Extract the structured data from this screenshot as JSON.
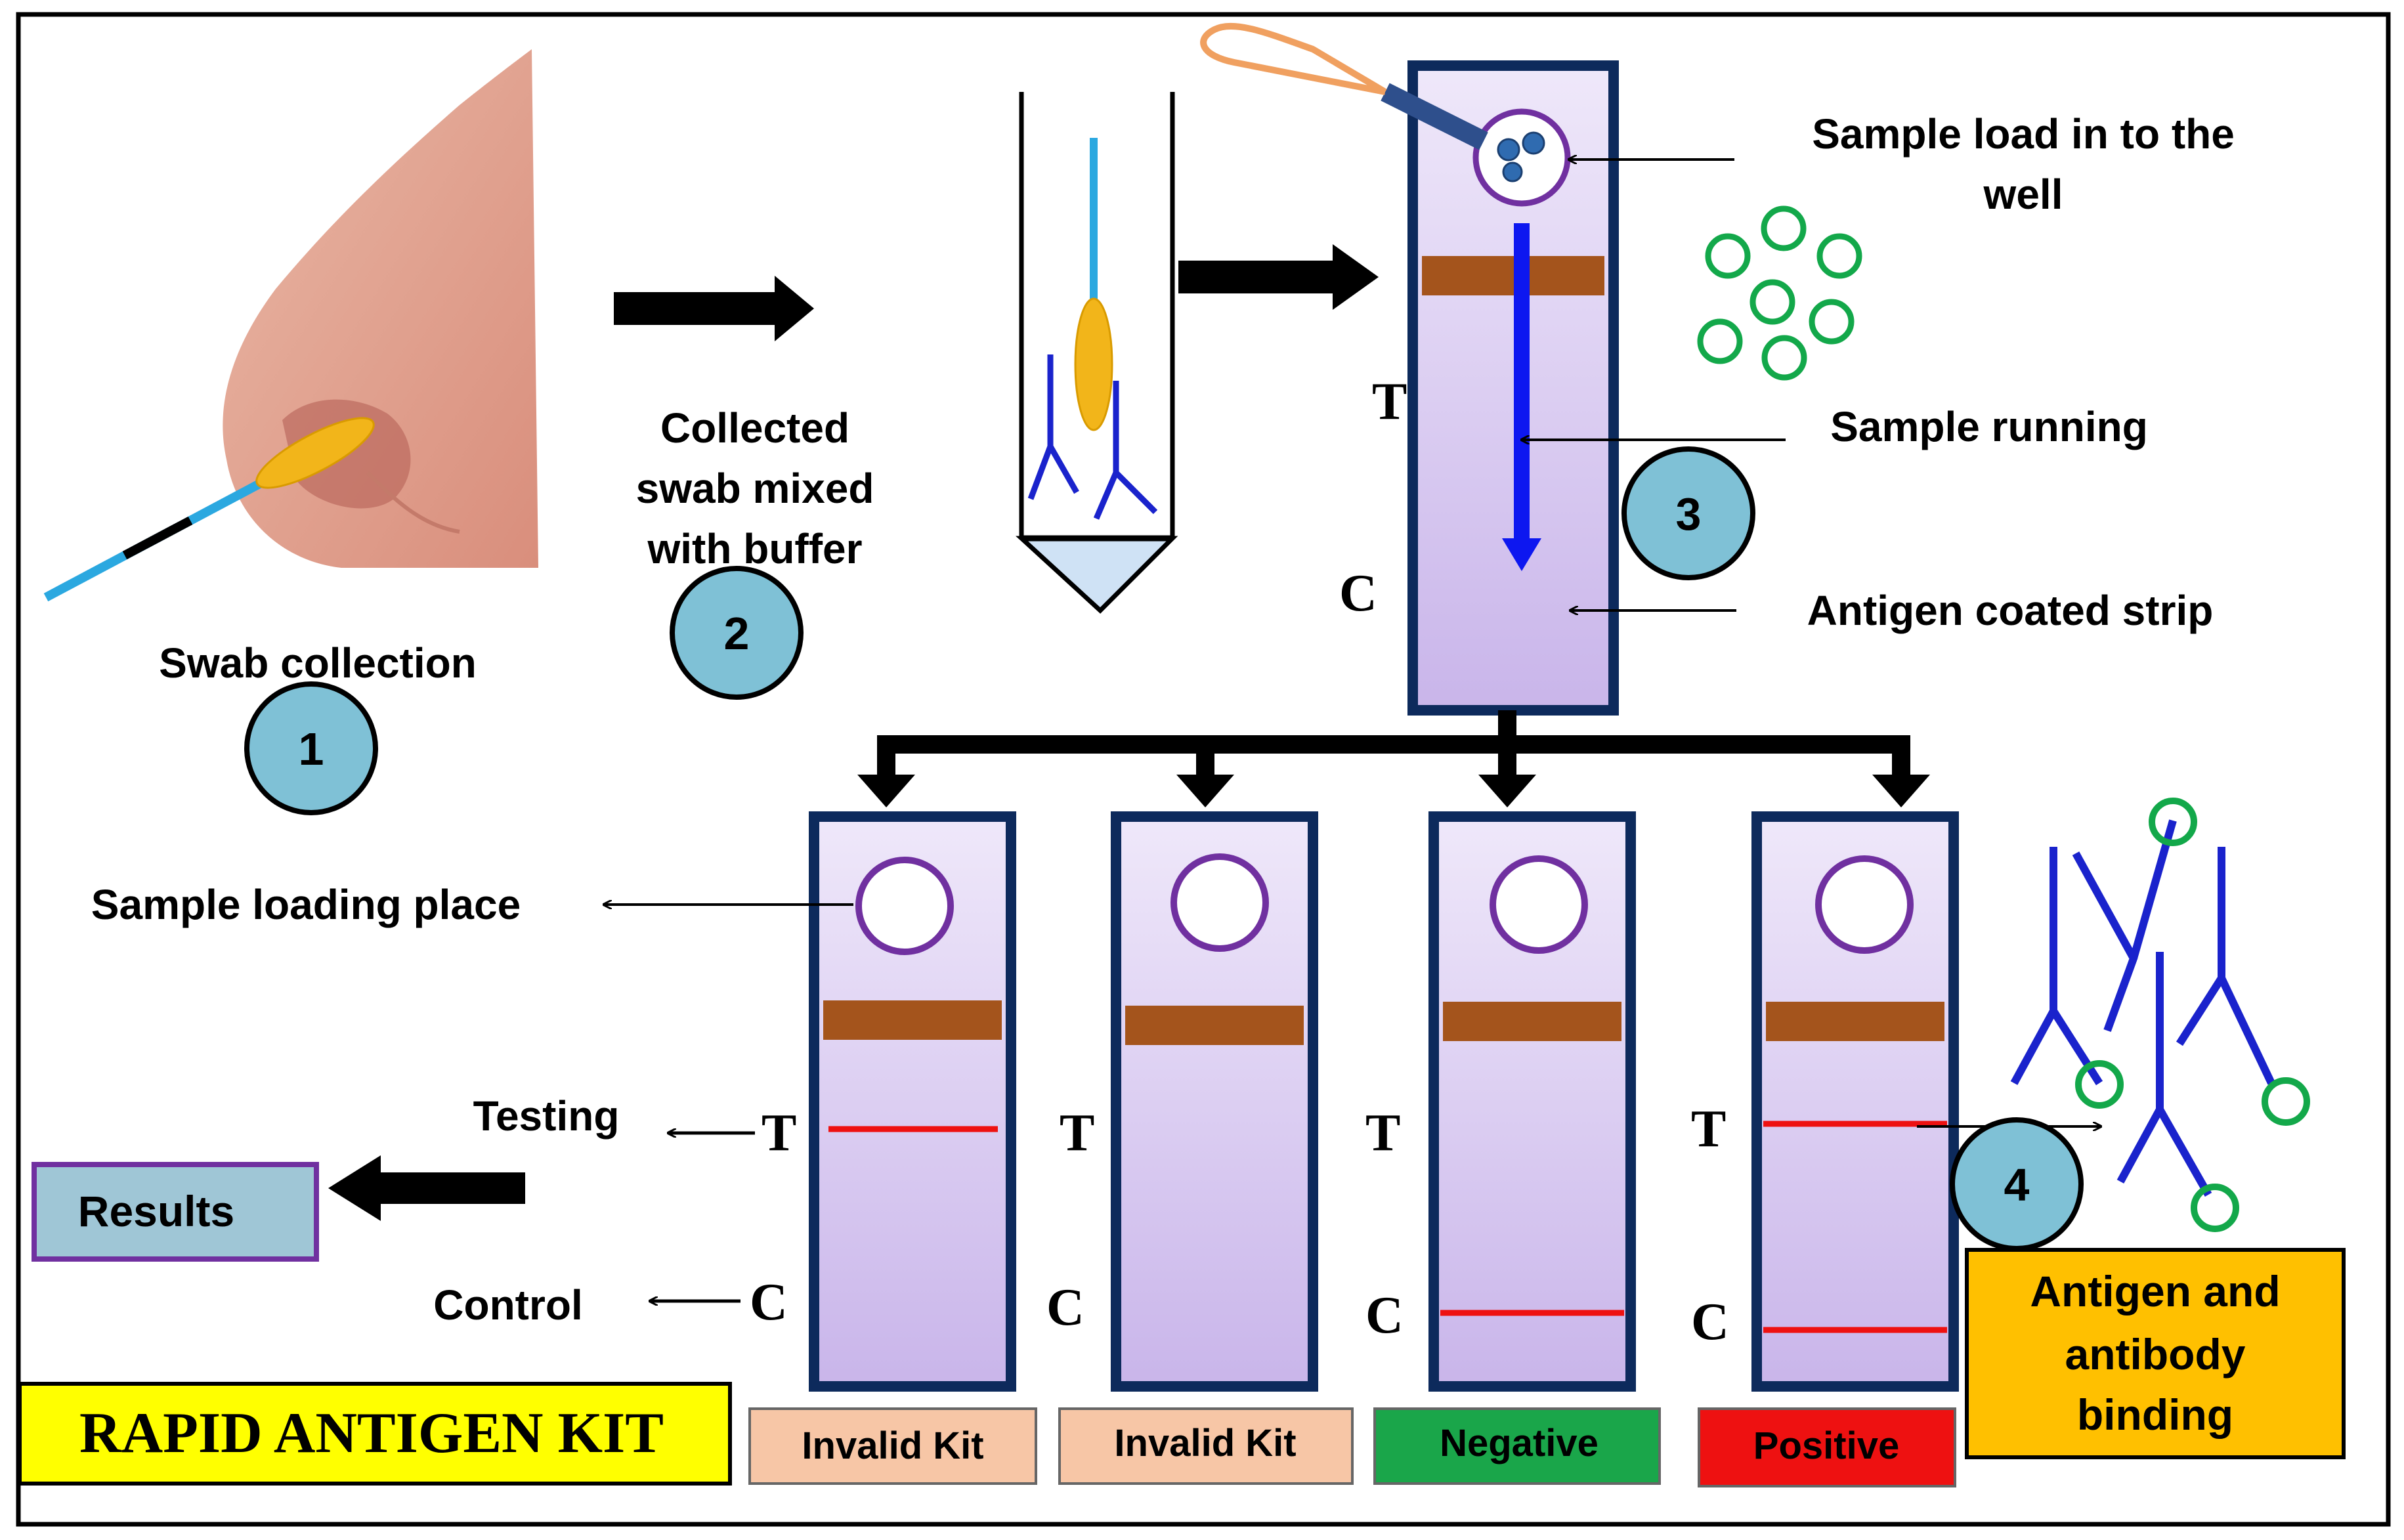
{
  "steps": {
    "step1_label": "Swab collection",
    "step1_number": "1",
    "step2_line1": "Collected",
    "step2_line2": "swab mixed",
    "step2_line3": "with buffer",
    "step2_number": "2",
    "step3_number": "3",
    "step4_number": "4"
  },
  "strip_annotations": {
    "sample_load_line1": "Sample load in to the",
    "sample_load_line2": "well",
    "sample_running": "Sample running",
    "antigen_coated_strip": "Antigen coated strip",
    "sample_loading_place": "Sample loading place",
    "testing": "Testing",
    "control": "Control",
    "results": "Results"
  },
  "line_markers": {
    "test": "T",
    "control": "C"
  },
  "kits": [
    {
      "label": "Invalid Kit",
      "color": "#f7c6a6"
    },
    {
      "label": "Invalid Kit",
      "color": "#f7c6a6"
    },
    {
      "label": "Negative",
      "color": "#1aa64a"
    },
    {
      "label": "Positive",
      "color": "#ee1111"
    }
  ],
  "binding_label_line1": "Antigen and",
  "binding_label_line2": "antibody",
  "binding_label_line3": "binding",
  "title": "RAPID ANTIGEN KIT",
  "colors": {
    "strip_border": "#0d2a5c",
    "strip_fill": "#d9cdf0",
    "pad_brown": "#a4541c",
    "line_red": "#ee1111",
    "circle_blue": "#7fc1d6",
    "antibody_blue": "#1a23cc",
    "antigen_green": "#13a84a",
    "title_bg": "#ffff00",
    "binding_bg": "#ffc000",
    "results_bg": "#9fc6d6",
    "results_border": "#7030a0"
  }
}
